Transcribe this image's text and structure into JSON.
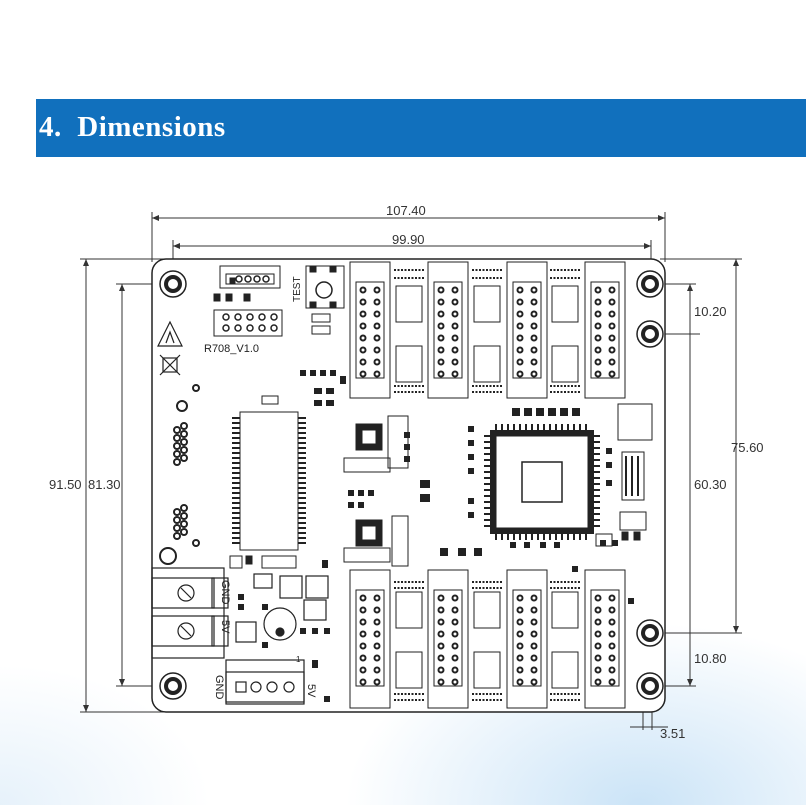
{
  "section": {
    "number": "4.",
    "title": "Dimensions"
  },
  "drawing": {
    "dimensions": {
      "overall_width": "107.40",
      "hole_spacing_x": "99.90",
      "top_right_offset": "10.20",
      "overall_height_right": "75.60",
      "hole_spacing_right": "60.30",
      "bottom_right_offset": "10.80",
      "edge_offset": "3.51",
      "overall_height_left": "91.50",
      "hole_spacing_left": "81.30"
    },
    "silkscreen": {
      "board_name": "R708_V1.0",
      "test_label": "TEST",
      "gnd_label": "GND",
      "five_v_label": "5V",
      "gnd_label_bottom": "GND",
      "five_v_label_bottom": "5V",
      "pin_label": "1"
    },
    "colors": {
      "header_bar": "#1170bd",
      "line": "#222222"
    }
  }
}
